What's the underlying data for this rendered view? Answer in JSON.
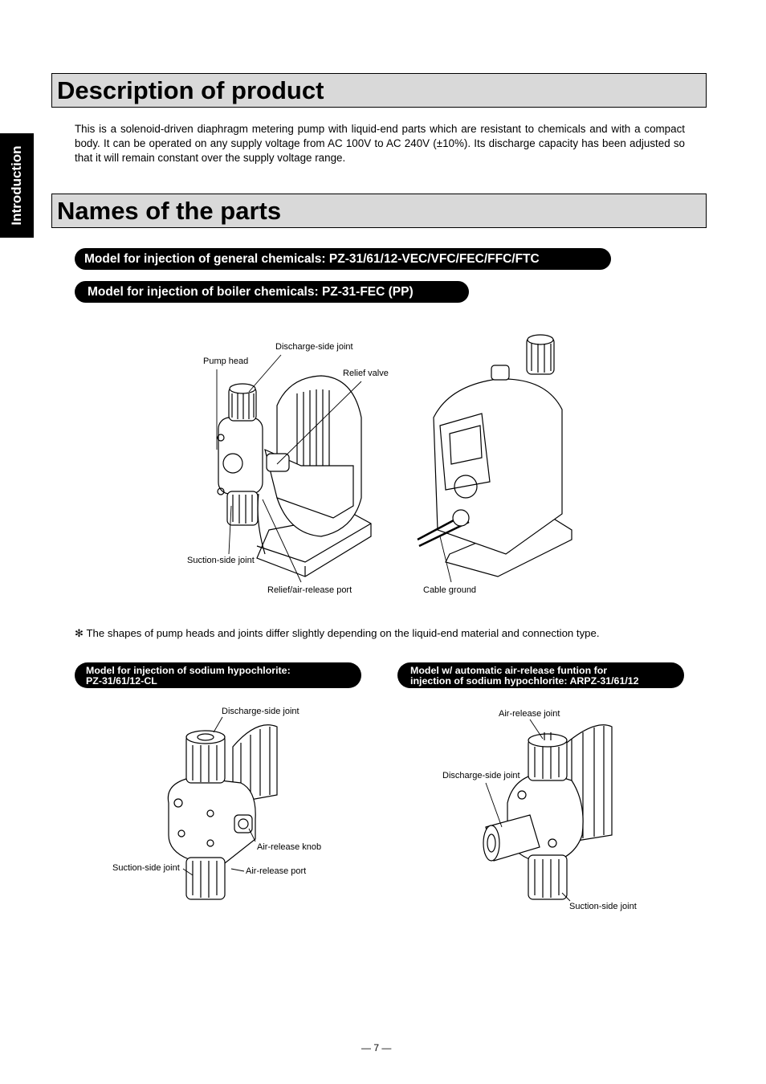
{
  "side_tab": "Introduction",
  "sections": {
    "description_title": "Description of product",
    "description_text": "This is a solenoid-driven diaphragm metering pump with liquid-end parts which are resistant to chemicals and with a compact body. It can be operated on any supply voltage from AC 100V to AC 240V (±10%). Its discharge capacity has been adjusted so that it will remain constant over the supply voltage range.",
    "parts_title": "Names of the parts"
  },
  "model_banners": {
    "general": "Model for injection of general chemicals: PZ-31/61/12-VEC/VFC/FEC/FFC/FTC",
    "boiler": "Model for injection of boiler chemicals: PZ-31-FEC (PP)",
    "hypochlorite_line1": "Model for injection of sodium hypochlorite:",
    "hypochlorite_line2": "PZ-31/61/12-CL",
    "auto_air_line1": "Model w/ automatic air-release funtion for",
    "auto_air_line2": "injection of sodium hypochlorite: ARPZ-31/61/12"
  },
  "figure_labels": {
    "main_left": {
      "pump_head": "Pump head",
      "discharge_side_joint": "Discharge-side joint",
      "relief_valve": "Relief valve",
      "suction_side_joint": "Suction-side joint",
      "relief_air_release_port": "Relief/air-release port"
    },
    "main_right": {
      "cable_ground": "Cable ground"
    },
    "cl": {
      "discharge_side_joint": "Discharge-side joint",
      "air_release_knob": "Air-release knob",
      "suction_side_joint": "Suction-side joint",
      "air_release_port": "Air-release port"
    },
    "arpz": {
      "air_release_joint": "Air-release joint",
      "discharge_side_joint": "Discharge-side joint",
      "suction_side_joint": "Suction-side joint"
    }
  },
  "note": "✻ The shapes of pump heads and joints differ slightly depending on the liquid-end material and connection type.",
  "page_number": "— 7 —"
}
